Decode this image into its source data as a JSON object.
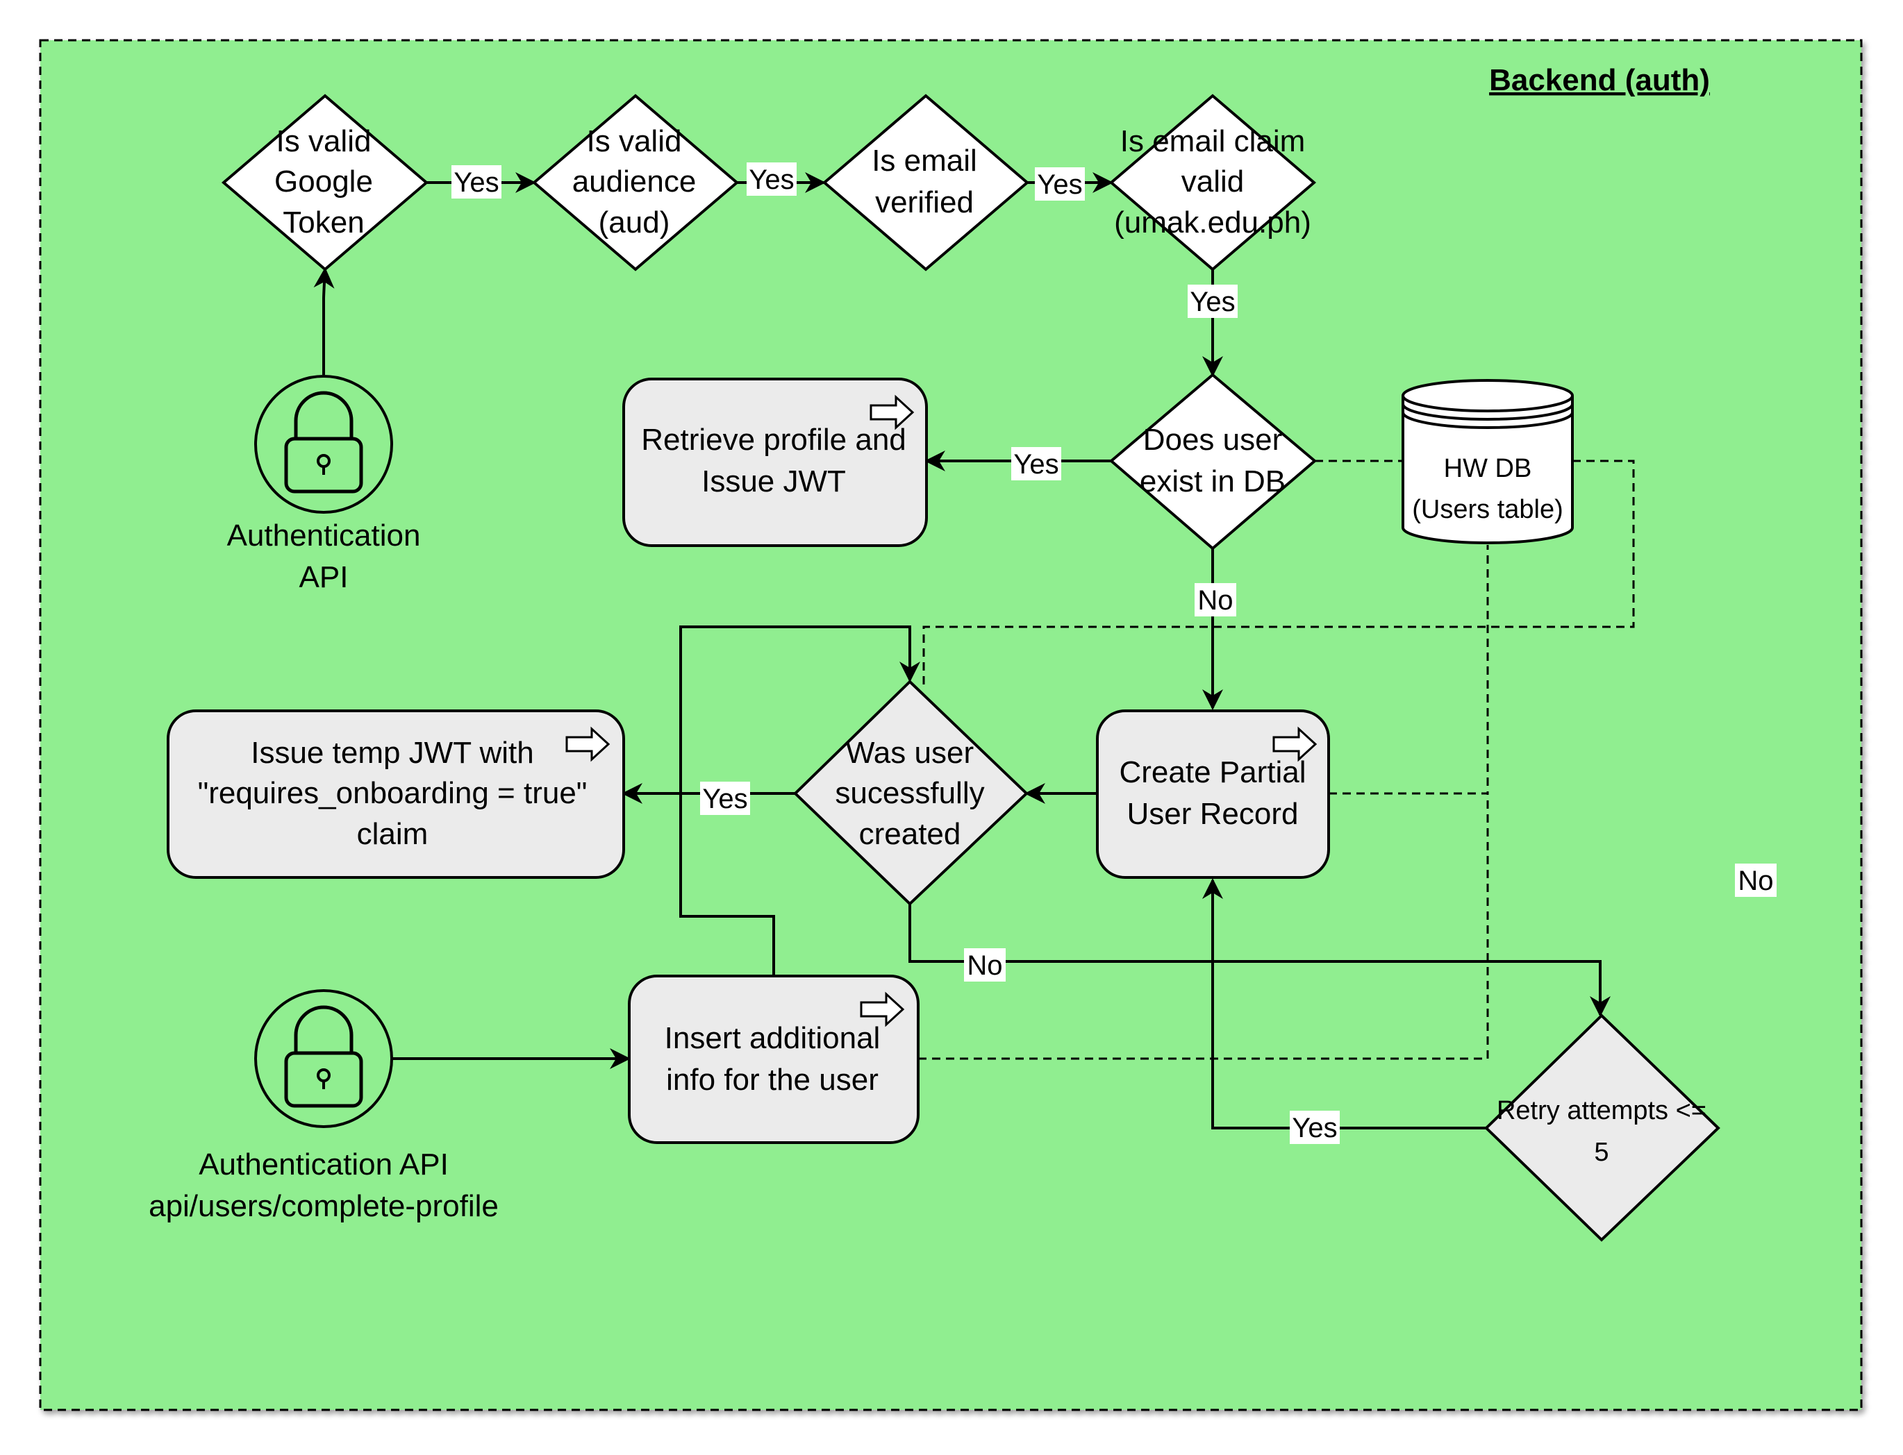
{
  "container_title": "Backend (auth)",
  "colors": {
    "container_fill": "#90EE90",
    "process_fill": "#EBEBEB",
    "decision_fill": "#FFFFFF",
    "stroke": "#000000"
  },
  "decisions": {
    "valid_google_token": [
      "Is valid",
      "Google",
      "Token"
    ],
    "valid_audience": [
      "Is valid",
      "audience",
      "(aud)"
    ],
    "email_verified": [
      "Is email",
      "verified"
    ],
    "email_claim_valid": [
      "Is email claim",
      "valid",
      "(umak.edu.ph)"
    ],
    "user_exists": [
      "Does user",
      "exist in DB"
    ],
    "user_created": [
      "Was user",
      "sucessfully",
      "created"
    ],
    "retry_attempts": [
      "Retry attempts <=",
      "5"
    ]
  },
  "processes": {
    "retrieve_profile": [
      "Retrieve profile and",
      "Issue JWT"
    ],
    "issue_temp_jwt": [
      "Issue temp JWT with",
      "\"requires_onboarding = true\"",
      "claim"
    ],
    "create_partial": [
      "Create Partial",
      "User Record"
    ],
    "insert_info": [
      "Insert additional",
      "info for the user"
    ]
  },
  "database": {
    "label": [
      "HW DB",
      "(Users table)"
    ]
  },
  "actors": {
    "auth_api": {
      "icon": "lock-icon",
      "label": [
        "Authentication",
        "API"
      ]
    },
    "complete_profile_api": {
      "icon": "lock-icon",
      "label": [
        "Authentication API",
        "api/users/complete-profile"
      ]
    }
  },
  "edge_labels": {
    "token_to_audience": "Yes",
    "audience_to_email": "Yes",
    "email_to_claim": "Yes",
    "claim_to_exists": "Yes",
    "exists_to_retrieve": "Yes",
    "exists_to_create": "No",
    "created_to_temp_jwt": "Yes",
    "created_to_retry": "No",
    "retry_to_create": "Yes",
    "retry_no": "No"
  }
}
